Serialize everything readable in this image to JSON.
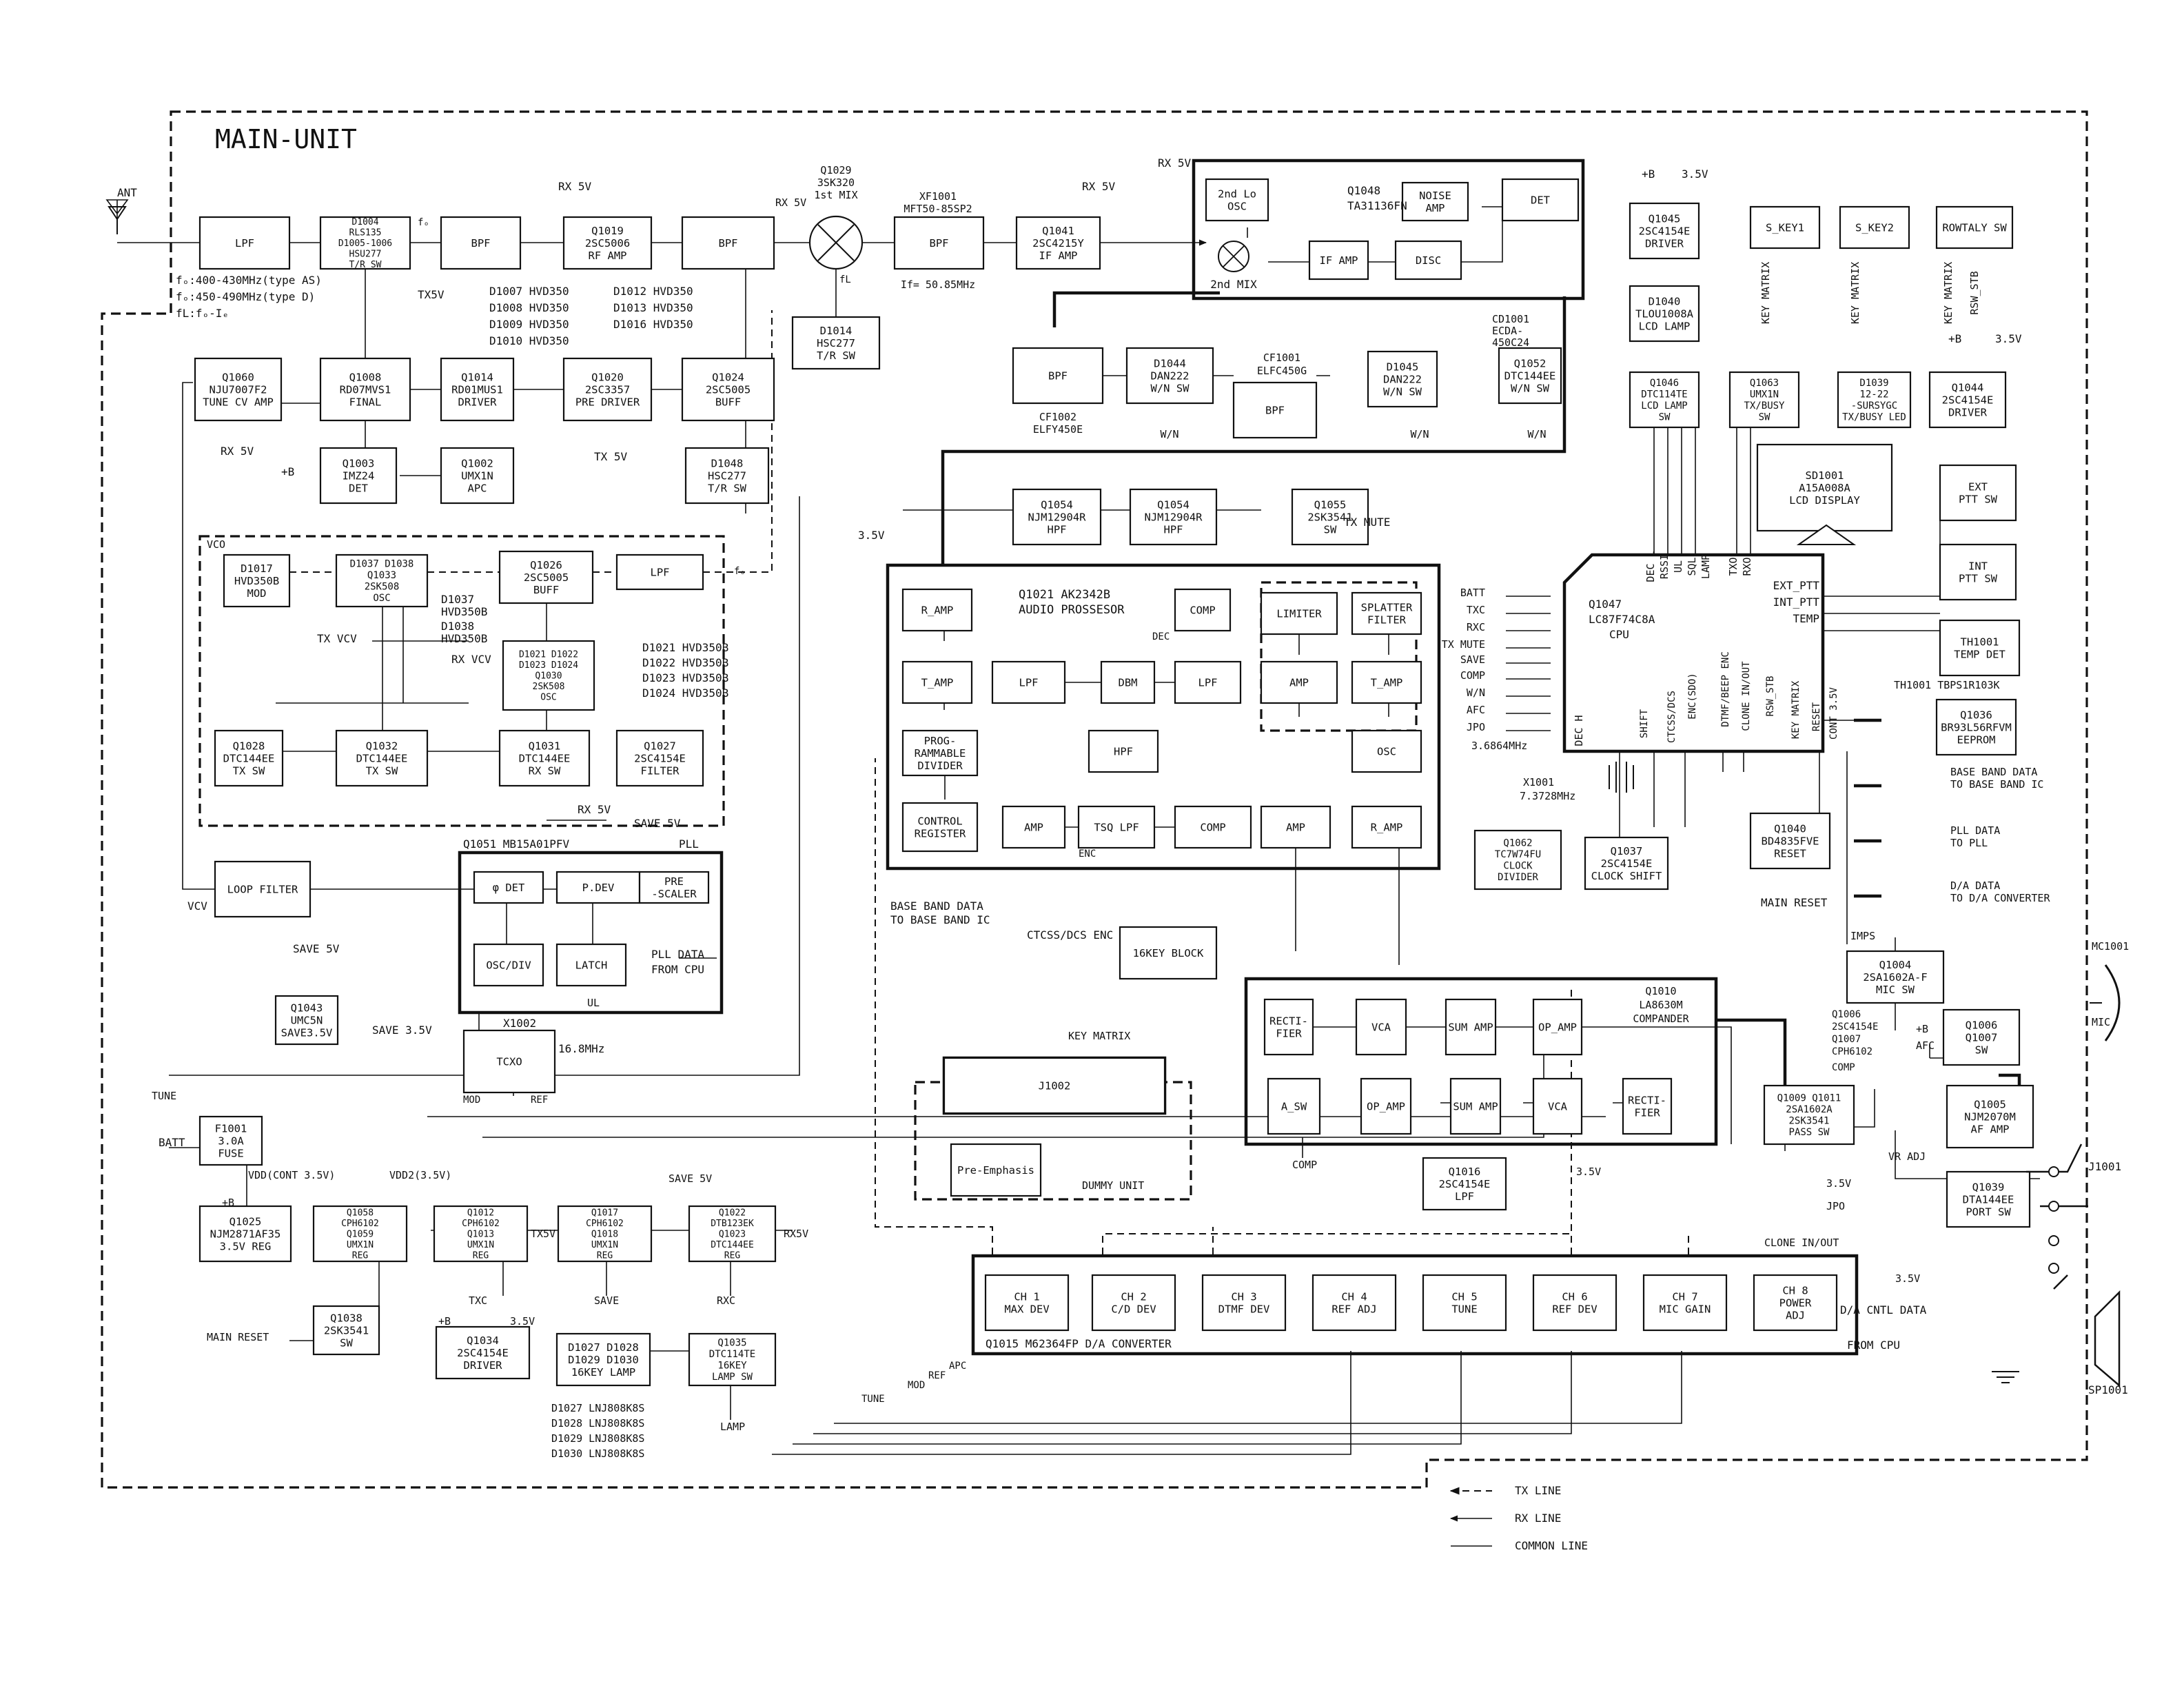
{
  "main_title": "MAIN-UNIT",
  "blocks": [
    {
      "l": [
        "LPF"
      ]
    },
    {
      "l": [
        "D1004",
        "RLS135",
        "D1005-1006",
        "HSU277",
        "T/R SW"
      ]
    },
    {
      "l": [
        "BPF"
      ]
    },
    {
      "l": [
        "Q1019",
        "2SC5006",
        "RF AMP"
      ]
    },
    {
      "l": [
        "BPF"
      ]
    },
    {
      "l": [
        "BPF"
      ]
    },
    {
      "l": [
        "Q1041",
        "2SC4215Y",
        "IF AMP"
      ]
    },
    {
      "l": [
        "D1014",
        "HSC277",
        "T/R SW"
      ]
    },
    {
      "l": [
        "Q1060",
        "NJU7007F2",
        "TUNE CV AMP"
      ]
    },
    {
      "l": [
        "Q1008",
        "RD07MVS1",
        "FINAL"
      ]
    },
    {
      "l": [
        "Q1014",
        "RD01MUS1",
        "DRIVER"
      ]
    },
    {
      "l": [
        "Q1020",
        "2SC3357",
        "PRE DRIVER"
      ]
    },
    {
      "l": [
        "Q1024",
        "2SC5005",
        "BUFF"
      ]
    },
    {
      "l": [
        "Q1003",
        "IMZ24",
        "DET"
      ]
    },
    {
      "l": [
        "Q1002",
        "UMX1N",
        "APC"
      ]
    },
    {
      "l": [
        "D1048",
        "HSC277",
        "T/R SW"
      ]
    },
    {
      "l": [
        "2nd Lo",
        "OSC"
      ]
    },
    {
      "l": [
        "NOISE",
        "AMP"
      ]
    },
    {
      "l": [
        "DET"
      ]
    },
    {
      "l": [
        "IF AMP"
      ]
    },
    {
      "l": [
        "DISC"
      ]
    },
    {
      "l": [
        "Q1052",
        "DTC144EE",
        "W/N SW"
      ]
    },
    {
      "l": [
        "BPF"
      ]
    },
    {
      "l": [
        "D1044",
        "DAN222",
        "W/N SW"
      ]
    },
    {
      "l": [
        "BPF"
      ]
    },
    {
      "l": [
        "D1045",
        "DAN222",
        "W/N SW"
      ]
    },
    {
      "l": [
        "Q1045",
        "2SC4154E",
        "DRIVER"
      ]
    },
    {
      "l": [
        "D1040",
        "TLOU1008A",
        "LCD LAMP"
      ]
    },
    {
      "l": [
        "Q1046",
        "DTC114TE",
        "LCD LAMP",
        "SW"
      ]
    },
    {
      "l": [
        "S_KEY1"
      ]
    },
    {
      "l": [
        "S_KEY2"
      ]
    },
    {
      "l": [
        "ROWTALY SW"
      ]
    },
    {
      "l": [
        "Q1063",
        "UMX1N",
        "TX/BUSY",
        "SW"
      ]
    },
    {
      "l": [
        "D1039",
        "12-22",
        "-SURSYGC",
        "TX/BUSY LED"
      ]
    },
    {
      "l": [
        "Q1044",
        "2SC4154E",
        "DRIVER"
      ]
    },
    {
      "l": [
        "SD1001",
        "A15A008A",
        "LCD DISPLAY"
      ]
    },
    {
      "l": [
        "EXT",
        "PTT SW"
      ]
    },
    {
      "l": [
        "INT",
        "PTT SW"
      ]
    },
    {
      "l": [
        "TH1001",
        "TEMP DET"
      ]
    },
    {
      "l": [
        "Q1036",
        "BR93L56RFVM",
        "EEPROM"
      ]
    },
    {
      "l": [
        "Q1040",
        "BD4835FVE",
        "RESET"
      ]
    },
    {
      "l": [
        "Q1054",
        "NJM12904R",
        "HPF"
      ]
    },
    {
      "l": [
        "Q1054",
        "NJM12904R",
        "HPF"
      ]
    },
    {
      "l": [
        "Q1055",
        "2SK3541",
        "SW"
      ]
    },
    {
      "l": [
        "R_AMP"
      ]
    },
    {
      "l": [
        "COMP"
      ]
    },
    {
      "l": [
        "LIMITER"
      ]
    },
    {
      "l": [
        "SPLATTER",
        "FILTER"
      ]
    },
    {
      "l": [
        "T_AMP"
      ]
    },
    {
      "l": [
        "LPF"
      ]
    },
    {
      "l": [
        "DBM"
      ]
    },
    {
      "l": [
        "LPF"
      ]
    },
    {
      "l": [
        "AMP"
      ]
    },
    {
      "l": [
        "T_AMP"
      ]
    },
    {
      "l": [
        "PROG-",
        "RAMMABLE",
        "DIVIDER"
      ]
    },
    {
      "l": [
        "HPF"
      ]
    },
    {
      "l": [
        "OSC"
      ]
    },
    {
      "l": [
        "CONTROL",
        "REGISTER"
      ]
    },
    {
      "l": [
        "AMP"
      ]
    },
    {
      "l": [
        "TSQ LPF"
      ]
    },
    {
      "l": [
        "COMP"
      ]
    },
    {
      "l": [
        "AMP"
      ]
    },
    {
      "l": [
        "R_AMP"
      ]
    },
    {
      "l": [
        "D1017",
        "HVD350B",
        "MOD"
      ]
    },
    {
      "l": [
        "D1037 D1038",
        "Q1033",
        "2SK508",
        "OSC"
      ]
    },
    {
      "l": [
        "Q1026",
        "2SC5005",
        "BUFF"
      ]
    },
    {
      "l": [
        "LPF"
      ]
    },
    {
      "l": [
        "D1021 D1022",
        "D1023 D1024",
        "Q1030",
        "2SK508",
        "OSC"
      ]
    },
    {
      "l": [
        "Q1028",
        "DTC144EE",
        "TX SW"
      ]
    },
    {
      "l": [
        "Q1032",
        "DTC144EE",
        "TX SW"
      ]
    },
    {
      "l": [
        "Q1031",
        "DTC144EE",
        "RX SW"
      ]
    },
    {
      "l": [
        "Q1027",
        "2SC4154E",
        "FILTER"
      ]
    },
    {
      "l": [
        "LOOP FILTER"
      ]
    },
    {
      "l": [
        "φ DET"
      ]
    },
    {
      "l": [
        "P.DEV"
      ]
    },
    {
      "l": [
        "PRE",
        "-SCALER"
      ]
    },
    {
      "l": [
        "OSC/DIV"
      ]
    },
    {
      "l": [
        "LATCH"
      ]
    },
    {
      "l": [
        "Q1043",
        "UMC5N",
        "SAVE3.5V"
      ]
    },
    {
      "l": [
        "TCXO"
      ]
    },
    {
      "l": [
        "F1001",
        "3.0A",
        "FUSE"
      ]
    },
    {
      "l": [
        "Q1025",
        "NJM2871AF35",
        "3.5V REG"
      ]
    },
    {
      "l": [
        "Q1058",
        "CPH6102",
        "Q1059",
        "UMX1N",
        "REG"
      ]
    },
    {
      "l": [
        "Q1012",
        "CPH6102",
        "Q1013",
        "UMX1N",
        "REG"
      ]
    },
    {
      "l": [
        "Q1017",
        "CPH6102",
        "Q1018",
        "UMX1N",
        "REG"
      ]
    },
    {
      "l": [
        "Q1022",
        "DTB123EK",
        "Q1023",
        "DTC144EE",
        "REG"
      ]
    },
    {
      "l": [
        "Q1038",
        "2SK3541",
        "SW"
      ]
    },
    {
      "l": [
        "Q1034",
        "2SC4154E",
        "DRIVER"
      ]
    },
    {
      "l": [
        "D1027 D1028",
        "D1029 D1030",
        "16KEY LAMP"
      ]
    },
    {
      "l": [
        "Q1035",
        "DTC114TE",
        "16KEY",
        "LAMP SW"
      ]
    },
    {
      "l": [
        "16KEY BLOCK"
      ]
    },
    {
      "l": [
        "J1002"
      ]
    },
    {
      "l": [
        "Pre-Emphasis"
      ]
    },
    {
      "l": [
        "RECTI-",
        "FIER"
      ]
    },
    {
      "l": [
        "VCA"
      ]
    },
    {
      "l": [
        "SUM AMP"
      ]
    },
    {
      "l": [
        "OP_AMP"
      ]
    },
    {
      "l": [
        "A_SW"
      ]
    },
    {
      "l": [
        "OP_AMP"
      ]
    },
    {
      "l": [
        "SUM AMP"
      ]
    },
    {
      "l": [
        "VCA"
      ]
    },
    {
      "l": [
        "RECTI-",
        "FIER"
      ]
    },
    {
      "l": [
        "Q1016",
        "2SC4154E",
        "LPF"
      ]
    },
    {
      "l": [
        "Q1062",
        "TC7W74FU",
        "CLOCK",
        "DIVIDER"
      ]
    },
    {
      "l": [
        "Q1037",
        "2SC4154E",
        "CLOCK SHIFT"
      ]
    },
    {
      "l": [
        "Q1004",
        "2SA1602A-F",
        "MIC SW"
      ]
    },
    {
      "l": [
        "Q1006",
        "Q1007",
        "SW"
      ]
    },
    {
      "l": [
        "Q1009 Q1011",
        "2SA1602A",
        "2SK3541",
        "PASS SW"
      ]
    },
    {
      "l": [
        "Q1005",
        "NJM2070M",
        "AF AMP"
      ]
    },
    {
      "l": [
        "Q1039",
        "DTA144EE",
        "PORT SW"
      ]
    },
    {
      "l": [
        "CH 1",
        "MAX DEV"
      ]
    },
    {
      "l": [
        "CH 2",
        "C/D DEV"
      ]
    },
    {
      "l": [
        "CH 3",
        "DTMF DEV"
      ]
    },
    {
      "l": [
        "CH 4",
        "REF ADJ"
      ]
    },
    {
      "l": [
        "CH 5",
        "TUNE"
      ]
    },
    {
      "l": [
        "CH 6",
        "REF DEV"
      ]
    },
    {
      "l": [
        "CH 7",
        "MIC GAIN"
      ]
    },
    {
      "l": [
        "CH 8",
        "POWER",
        "ADJ"
      ]
    }
  ],
  "texts": [
    "ANT",
    "fₒ:400-430MHz(type AS)",
    "fₒ:450-490MHz(type D)",
    "fL:fₒ-Iₑ",
    "TX5V",
    "RX 5V",
    "fₒ",
    "D1007 HVD350",
    "D1008 HVD350",
    "D1009 HVD350",
    "D1010 HVD350",
    "D1012 HVD350",
    "D1013 HVD350",
    "D1016 HVD350",
    "Q1029",
    "3SK320",
    "1st MIX",
    "RX 5V",
    "fL",
    "XF1001",
    "MFT50-85SP2",
    "If= 50.85MHz",
    "RX 5V",
    "RX 5V",
    "2nd MIX",
    "Q1048",
    "TA31136FN",
    "CD1001",
    "ECDA-",
    "450C24",
    "CF1002",
    "ELFY450E",
    "CF1001",
    "ELFC450G",
    "W/N",
    "W/N",
    "W/N",
    "+B",
    "3.5V",
    "KEY MATRIX",
    "KEY MATRIX",
    "KEY MATRIX",
    "RSW_STB",
    "+B",
    "3.5V",
    "RX 5V",
    "TX 5V",
    "+B",
    "3.5V",
    "TX MUTE",
    "Q1021 AK2342B",
    "AUDIO PROSSESOR",
    "DEC",
    "ENC",
    "BASE BAND DATA",
    "TO BASE BAND IC",
    "CTCSS/DCS ENC",
    "VCO",
    "D1037",
    "HVD350B",
    "D1038",
    "HVD350B",
    "fₒ",
    "TX VCV",
    "RX VCV",
    "D1021 HVD350B",
    "D1022 HVD350B",
    "D1023 HVD350B",
    "D1024 HVD350B",
    "RX 5V",
    "SAVE 5V",
    "Q1051 MB15A01PFV",
    "PLL",
    "VCV",
    "PLL DATA",
    "FROM CPU",
    "UL",
    "SAVE 5V",
    "SAVE 3.5V",
    "X1002",
    "16.8MHz",
    "MOD",
    "REF",
    "TUNE",
    "BATT",
    "+B",
    "VDD(CONT 3.5V)",
    "VDD2(3.5V)",
    "TX5V",
    "SAVE 5V",
    "RX5V",
    "TXC",
    "SAVE",
    "RXC",
    "MAIN RESET",
    "+B",
    "3.5V",
    "LAMP",
    "D1027 LNJ808K8S",
    "D1028 LNJ808K8S",
    "D1029 LNJ808K8S",
    "D1030 LNJ808K8S",
    "KEY MATRIX",
    "DUMMY UNIT",
    "Q1010",
    "LA8630M",
    "COMPANDER",
    "COMP",
    "3.5V",
    "Q1015 M62364FP   D/A CONVERTER",
    "APC",
    "REF",
    "MOD",
    "TUNE",
    "3.5V",
    "D/A CNTL DATA",
    "FROM CPU",
    "BATT",
    "TXC",
    "RXC",
    "TX MUTE",
    "SAVE",
    "COMP",
    "W/N",
    "AFC",
    "JPO",
    "Q1047",
    "LC87F74C8A",
    "CPU",
    "DEC L",
    "RSSI",
    "UL",
    "SQL",
    "LAMP",
    "TXO",
    "RXO",
    "EXT_PTT",
    "INT_PTT",
    "TEMP",
    "DEC H",
    "SHIFT",
    "CTCSS/DCS",
    "ENC(SDO)",
    "DTMF/BEEP ENC",
    "CLONE IN/OUT",
    "RSW_STB",
    "KEY MATRIX",
    "RESET",
    "CONT 3.5V",
    "3.6864MHz",
    "X1001",
    "7.3728MHz",
    "TH1001 TBPS1R103K",
    "BASE BAND DATA",
    "TO BASE BAND IC",
    "PLL DATA",
    "TO PLL",
    "D/A DATA",
    "TO D/A CONVERTER",
    "MAIN RESET",
    "IMPS",
    "MC1001",
    "MIC",
    "Q1006",
    "2SC4154E",
    "Q1007",
    "CPH6102",
    "+B",
    "AFC",
    "COMP",
    "VR ADJ",
    "J1001",
    "3.5V",
    "JPO",
    "CLONE IN/OUT",
    "SP1001",
    "TX LINE",
    "RX LINE",
    "COMMON LINE"
  ]
}
